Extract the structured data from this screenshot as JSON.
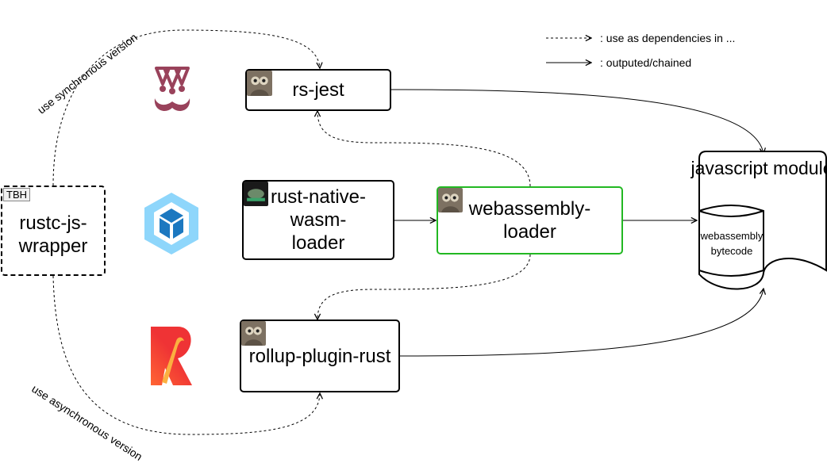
{
  "legend": {
    "dashed_label": ": use as dependencies in ...",
    "solid_label": ": outputed/chained"
  },
  "edge_labels": {
    "sync": "use synchronous version",
    "async": "use asynchronous version"
  },
  "nodes": {
    "rs_jest": "rs-jest",
    "rust_native": "rust-native-wasm-loader",
    "webassembly_loader": "webassembly-loader",
    "rollup": "rollup-plugin-rust",
    "wrapper": "rustc-js-wrapper",
    "wrapper_tag": "TBH",
    "js_module": "javascript module",
    "bytecode": "webassembly bytecode"
  },
  "logos": [
    "jest-logo",
    "webpack-logo",
    "rollup-logo"
  ],
  "colors": {
    "green_border": "#22b822",
    "jest": "#99425b",
    "webpack_light": "#8ed6fb",
    "webpack_dark": "#1c78c0",
    "rollup": "#ef3335"
  }
}
